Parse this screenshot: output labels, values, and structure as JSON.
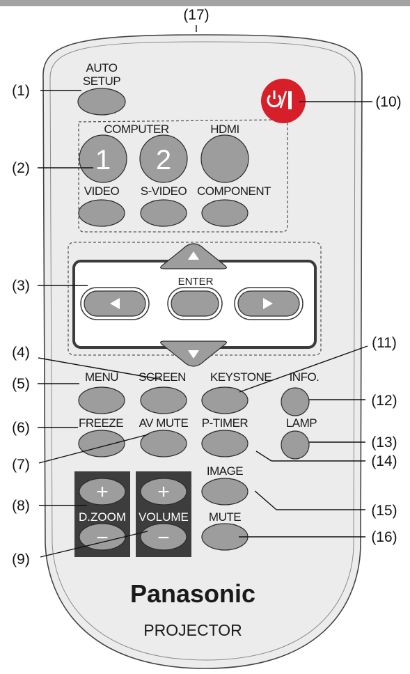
{
  "device": {
    "brand": "Panasonic",
    "product": "PROJECTOR"
  },
  "buttons": {
    "auto_setup_line1": "AUTO",
    "auto_setup_line2": "SETUP",
    "computer": "COMPUTER",
    "computer1": "1",
    "computer2": "2",
    "hdmi": "HDMI",
    "video": "VIDEO",
    "svideo": "S-VIDEO",
    "component": "COMPONENT",
    "enter": "ENTER",
    "menu": "MENU",
    "screen": "SCREEN",
    "keystone": "KEYSTONE",
    "info": "INFO.",
    "freeze": "FREEZE",
    "avmute": "AV MUTE",
    "ptimer": "P-TIMER",
    "lamp": "LAMP",
    "image": "IMAGE",
    "dzoom": "D.ZOOM",
    "volume": "VOLUME",
    "mute": "MUTE",
    "plus": "+",
    "minus": "−"
  },
  "callouts": {
    "c1": "(1)",
    "c2": "(2)",
    "c3": "(3)",
    "c4": "(4)",
    "c5": "(5)",
    "c6": "(6)",
    "c7": "(7)",
    "c8": "(8)",
    "c9": "(9)",
    "c10": "(10)",
    "c11": "(11)",
    "c12": "(12)",
    "c13": "(13)",
    "c14": "(14)",
    "c15": "(15)",
    "c16": "(16)",
    "c17": "(17)"
  },
  "colors": {
    "power_button": "#d71f2a",
    "button_gray": "#9d9d9d",
    "zoom_volume_panel": "#3d3d3d",
    "body": "#ececec"
  }
}
